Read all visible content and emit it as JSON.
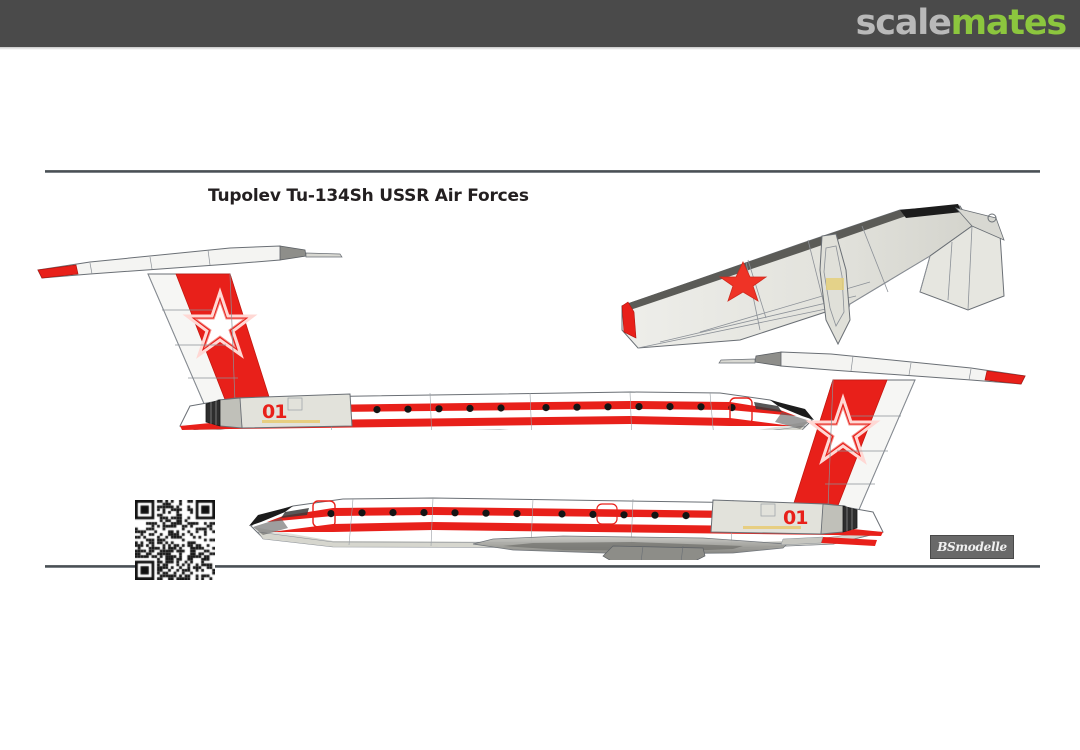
{
  "site": {
    "brand_part1": "scale",
    "brand_part2": "mates",
    "topbar_color": "#4a4a4a",
    "brand_gray": "#b9b9b9",
    "brand_green": "#8cc63e"
  },
  "sheet": {
    "title": "Tupolev Tu-134Sh USSR Air Forces",
    "watermark": "BSmodelle",
    "background_color": "#ffffff",
    "rule_color": "#3f4449"
  },
  "artwork": {
    "subject": "Tupolev Tu-134Sh",
    "operator": "USSR Air Forces",
    "scheme_colors": {
      "red": "#e8201a",
      "white": "#ffffff",
      "light_gray": "#dcdcd4",
      "dark_gray": "#6d6d6d",
      "outline": "#6a6f75",
      "radome_black": "#1c1c1c",
      "yellow": "#e4cf7a"
    },
    "views": [
      {
        "name": "port-side-profile-upper",
        "label": "Port side profile, nose right",
        "bort_number": "01",
        "markings": [
          "red star on fin",
          "red cheatline",
          "red belly stripe",
          "red wingtips"
        ]
      },
      {
        "name": "wing-planform",
        "label": "Wing planform upper surface",
        "markings": [
          "red star on wing",
          "red wingtip",
          "gear pod"
        ]
      },
      {
        "name": "starboard-side-profile-lower",
        "label": "Starboard side profile, nose left",
        "bort_number": "01",
        "markings": [
          "white star on red fin",
          "red cheatline",
          "red belly stripe"
        ]
      }
    ],
    "qr_code_label": "QR code"
  }
}
